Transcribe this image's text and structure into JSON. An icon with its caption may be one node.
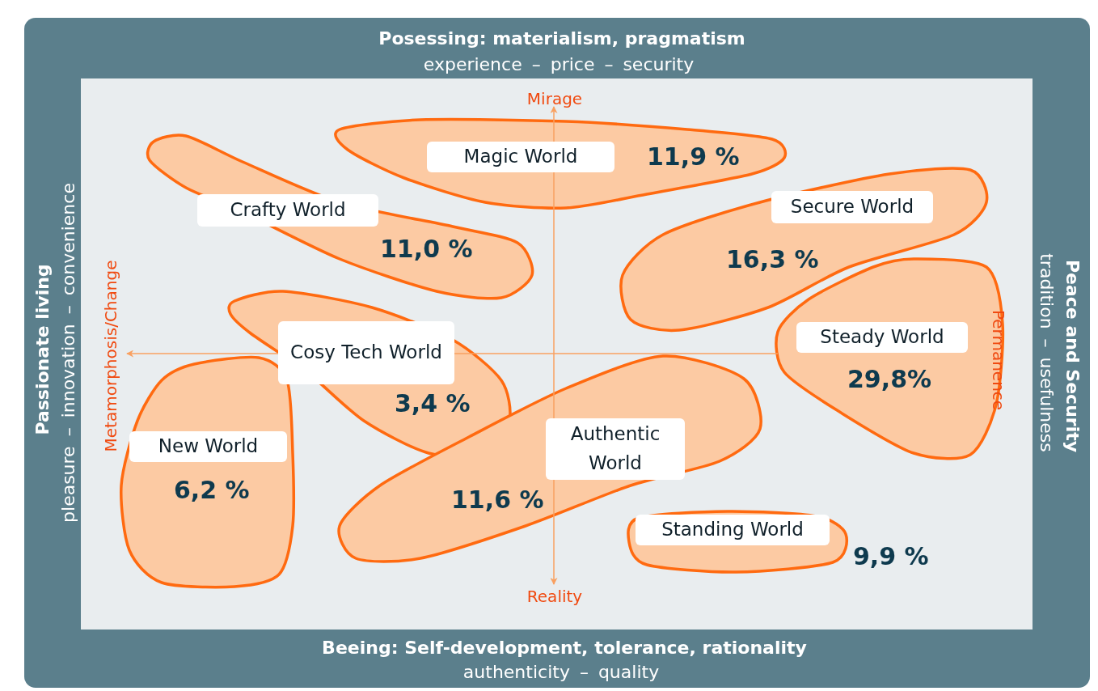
{
  "diagram": {
    "nodes": [
      {
        "text": [
          "Magic World",
          "11,9 %"
        ]
      },
      {
        "text": [
          "Crafty World",
          "11,0 %"
        ]
      },
      {
        "text": [
          "Secure World",
          "16,3 %"
        ]
      },
      {
        "text": [
          "Cosy Tech World",
          "3,4 %"
        ]
      },
      {
        "text": [
          "Steady World",
          "29,8%"
        ]
      },
      {
        "text": [
          "New World",
          "6,2 %"
        ]
      },
      {
        "text": [
          "Authentic World",
          "11,6 %"
        ]
      },
      {
        "text": [
          "Standing World"
        ],
        "beside": [
          "9,9 %"
        ]
      }
    ],
    "edges": [],
    "labels": [
      "Posessing: materialism, pragmatism",
      "experience – price – security",
      "Mirage",
      "Passionate living",
      "pleasure – innovation – convenience",
      "Metamorphosis/Change",
      "Permanence",
      "Peace and Security",
      "tradition – usefulness",
      "Reality",
      "Beeing: Self-development, tolerance, rationality",
      "authenticity – quality"
    ]
  }
}
